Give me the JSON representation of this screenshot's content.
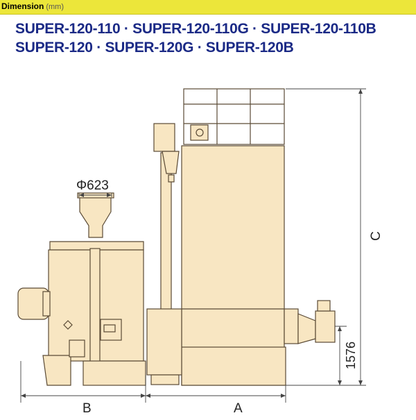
{
  "header": {
    "title": "Dimension",
    "unit": "(mm)"
  },
  "models": {
    "line1": "SUPER-120-110 · SUPER-120-110G · SUPER-120-110B",
    "line2": "SUPER-120 · SUPER-120G · SUPER-120B"
  },
  "dimensions": {
    "diameter": "Φ623",
    "width_b": "B",
    "width_a": "A",
    "height_c": "C",
    "height_value": "1576"
  },
  "colors": {
    "header_bg": "#ece63a",
    "model_text": "#1b2a86",
    "machine_fill": "#f8e6c2",
    "machine_stroke": "#5a4a35"
  }
}
